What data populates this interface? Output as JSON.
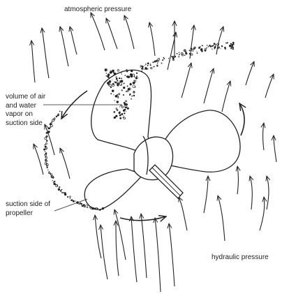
{
  "labels": {
    "atmospheric": "atmospheric pressure",
    "volume": "volume of air and water vapor on suction side",
    "suction_side": "suction side of propeller",
    "hydraulic": "hydraulic pressure"
  },
  "colors": {
    "ink": "#222222",
    "background": "#ffffff"
  }
}
